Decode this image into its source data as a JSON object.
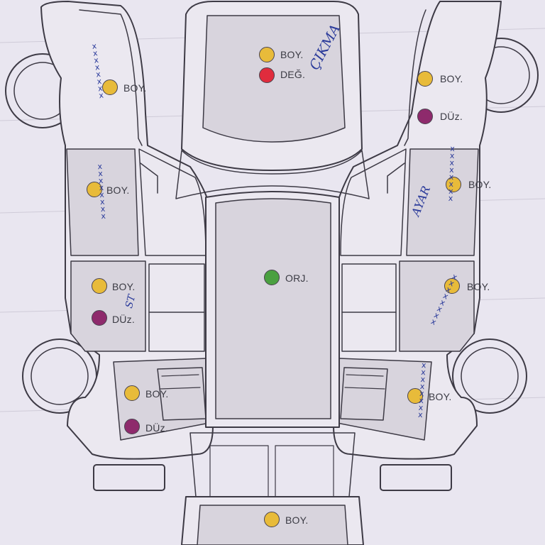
{
  "colors": {
    "boyali": "#e8bb3a",
    "degisen": "#e02c3d",
    "duz": "#8e2a6c",
    "orjinal": "#4aa040",
    "ink": "#2a3a9a",
    "outline": "#3d3a45",
    "panel": "#d8d4dd"
  },
  "markers": [
    {
      "id": "hood-boy",
      "color": "boyali",
      "label": "BOY."
    },
    {
      "id": "hood-deg",
      "color": "degisen",
      "label": "DEĞ."
    },
    {
      "id": "lf-fender-boy",
      "color": "boyali",
      "label": "BOY."
    },
    {
      "id": "rf-fender-boy",
      "color": "boyali",
      "label": "BOY."
    },
    {
      "id": "rf-fender-duz",
      "color": "duz",
      "label": "DÜz."
    },
    {
      "id": "lf-door-boy",
      "color": "boyali",
      "label": "BOY."
    },
    {
      "id": "rf-door-boy",
      "color": "boyali",
      "label": "BOY."
    },
    {
      "id": "roof-orj",
      "color": "orjinal",
      "label": "ORJ."
    },
    {
      "id": "lr-door-boy",
      "color": "boyali",
      "label": "BOY."
    },
    {
      "id": "lr-door-duz",
      "color": "duz",
      "label": "DÜz."
    },
    {
      "id": "rr-door-boy",
      "color": "boyali",
      "label": "BOY."
    },
    {
      "id": "lr-fender-boy",
      "color": "boyali",
      "label": "BOY."
    },
    {
      "id": "lr-fender-duz",
      "color": "duz",
      "label": "DÜz."
    },
    {
      "id": "rr-fender-boy",
      "color": "boyali",
      "label": "BOY."
    },
    {
      "id": "trunk-boy",
      "color": "boyali",
      "label": "BOY."
    }
  ],
  "handwriting": {
    "cikma": "ÇIKMA",
    "ayar": "AYAR",
    "st": "ST",
    "xmarks": "x x x x x x x x"
  }
}
